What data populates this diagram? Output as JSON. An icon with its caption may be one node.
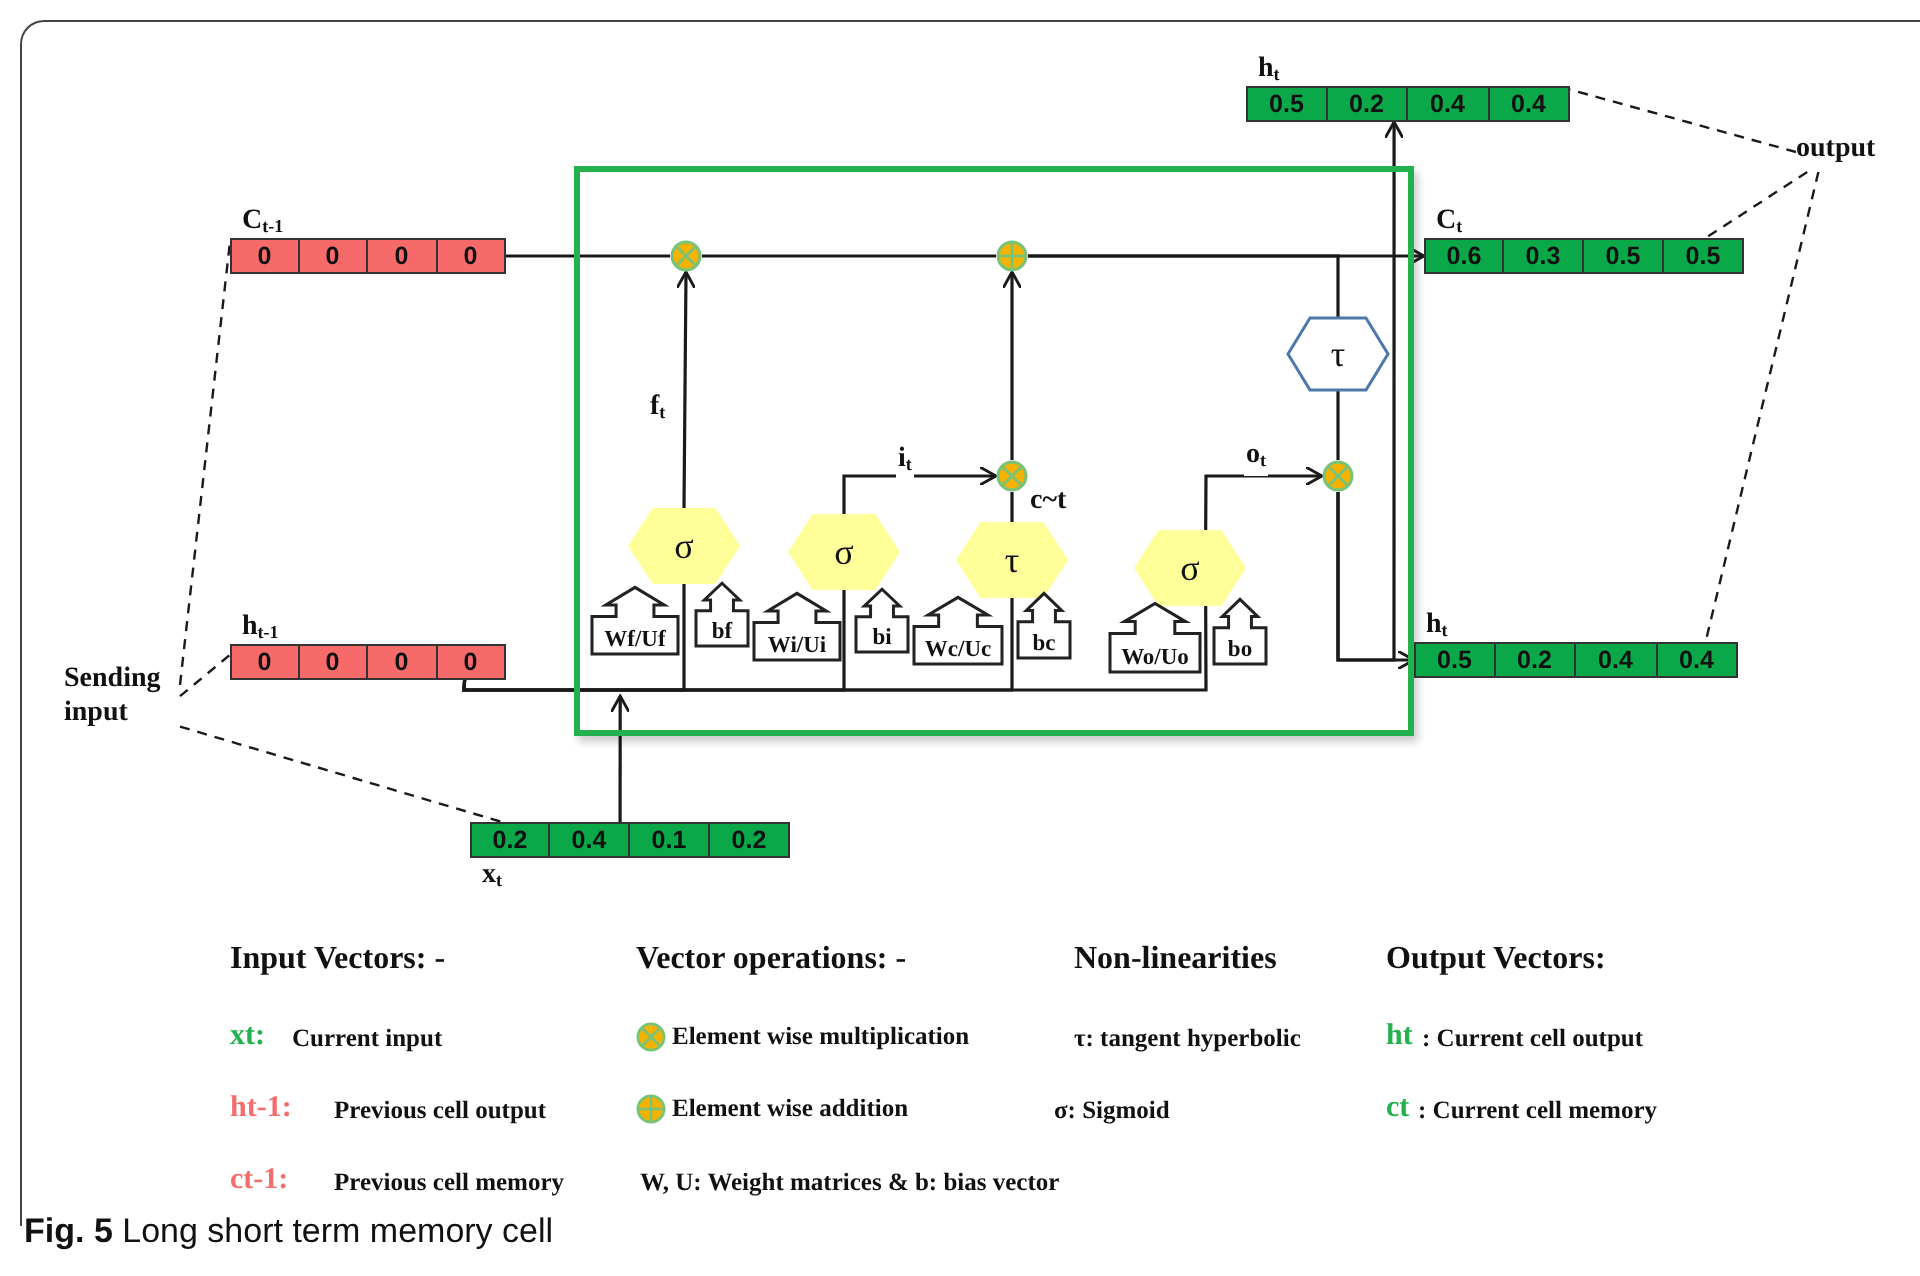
{
  "diagram": {
    "caption": "**Fig. 5** Long short term memory cell",
    "nodes": [
      {
        "text": [
          "C$_{t-1}$",
          "0",
          "0",
          "0",
          "0"
        ]
      },
      {
        "text": [
          "h$_{t-1}$",
          "0",
          "0",
          "0",
          "0"
        ]
      },
      {
        "text": [
          "Sending input"
        ]
      },
      {
        "text": [
          "0.2",
          "0.4",
          "0.1",
          "0.2",
          "x$_{t}$"
        ]
      },
      {
        "text": [],
        "shape": "box"
      },
      {
        "text": [],
        "shape": "circle",
        "in": 4
      },
      {
        "text": [],
        "shape": "circle",
        "in": 4
      },
      {
        "text": [],
        "shape": "circle",
        "in": 4
      },
      {
        "text": [],
        "shape": "circle",
        "in": 4
      },
      {
        "text": [
          "τ"
        ],
        "in": 4
      },
      {
        "text": [
          "σ"
        ],
        "in": 4
      },
      {
        "text": [
          "Wf/Uf"
        ],
        "in": 4
      },
      {
        "text": [
          "bf"
        ],
        "in": 4
      },
      {
        "text": [
          "σ"
        ],
        "in": 4
      },
      {
        "text": [
          "Wi/Ui"
        ],
        "in": 4
      },
      {
        "text": [
          "bi"
        ],
        "in": 4
      },
      {
        "text": [
          "τ"
        ],
        "in": 4
      },
      {
        "text": [
          "Wc/Uc"
        ],
        "in": 4
      },
      {
        "text": [
          "bc"
        ],
        "in": 4
      },
      {
        "text": [
          "σ"
        ],
        "in": 4
      },
      {
        "text": [
          "Wo/Uo"
        ],
        "in": 4
      },
      {
        "text": [
          "bo"
        ],
        "in": 4
      },
      {
        "text": [
          "h$_{t}$",
          "0.5",
          "0.2",
          "0.4",
          "0.4"
        ]
      },
      {
        "text": [
          "C$_{t}$",
          "0.6",
          "0.3",
          "0.5",
          "0.5"
        ]
      },
      {
        "text": [
          "h$_{t}$",
          "0.5",
          "0.2",
          "0.4",
          "0.4"
        ]
      },
      {
        "text": [
          "output"
        ]
      }
    ],
    "edges": [
      {
        "from": 0,
        "to": 5,
        "arrow": "none"
      },
      {
        "from": 5,
        "to": 6,
        "arrow": "none"
      },
      {
        "from": 6,
        "to": 23,
        "arrow": "to"
      },
      {
        "from": 10,
        "to": 5,
        "arrow": "to",
        "label": "f$_{t}$"
      },
      {
        "from": 13,
        "to": 7,
        "arrow": "to",
        "label": "i$_{t}$"
      },
      {
        "from": 16,
        "to": 7,
        "arrow": "none",
        "label": "c~t"
      },
      {
        "from": 7,
        "to": 6,
        "arrow": "to"
      },
      {
        "from": 19,
        "to": 8,
        "arrow": "to",
        "label": "o$_{t}$"
      },
      {
        "from": 6,
        "to": 9,
        "arrow": "none"
      },
      {
        "from": 9,
        "to": 8,
        "arrow": "none"
      },
      {
        "from": 8,
        "to": 24,
        "arrow": "to"
      },
      {
        "from": 8,
        "to": 22,
        "arrow": "to"
      },
      {
        "from": 1,
        "to": 10,
        "arrow": "none"
      },
      {
        "from": 1,
        "to": 13,
        "arrow": "none"
      },
      {
        "from": 1,
        "to": 16,
        "arrow": "none"
      },
      {
        "from": 1,
        "to": 19,
        "arrow": "none"
      },
      {
        "from": 3,
        "to": 4,
        "arrow": "to"
      },
      {
        "from": 2,
        "to": 0,
        "arrow": "none",
        "style": "dashed"
      },
      {
        "from": 2,
        "to": 1,
        "arrow": "none",
        "style": "dashed"
      },
      {
        "from": 2,
        "to": 3,
        "arrow": "none",
        "style": "dashed"
      },
      {
        "from": 25,
        "to": 22,
        "arrow": "none",
        "style": "dashed"
      },
      {
        "from": 25,
        "to": 23,
        "arrow": "none",
        "style": "dashed"
      },
      {
        "from": 25,
        "to": 24,
        "arrow": "none",
        "style": "dashed"
      }
    ],
    "labels": [
      "Input Vectors: -",
      "Vector operations: -",
      "Non-linearities",
      "Output Vectors:",
      "xt:",
      "Current input",
      "τ: tangent hyperbolic",
      "ht",
      ": Current cell output",
      "ht-1:",
      "Previous cell output",
      "σ: Sigmoid",
      "ct",
      ": Current cell memory",
      "ct-1:",
      "Previous cell memory",
      "W, U: Weight matrices & b: bias vector"
    ],
    "legend": [
      {
        "text": "Element wise multiplication"
      },
      {
        "text": "Element wise addition"
      }
    ]
  }
}
